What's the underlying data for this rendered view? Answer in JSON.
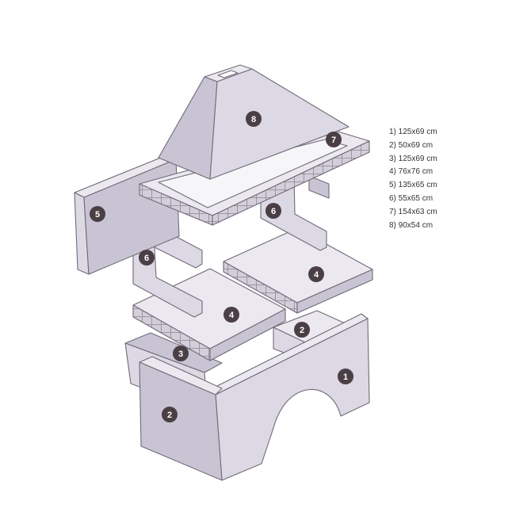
{
  "parts": [
    {
      "id": "1",
      "label": "1) 125x69 cm"
    },
    {
      "id": "2",
      "label": "2) 50x69 cm"
    },
    {
      "id": "3",
      "label": "3) 125x69 cm"
    },
    {
      "id": "4",
      "label": "4) 76x76 cm"
    },
    {
      "id": "5",
      "label": "5) 135x65 cm"
    },
    {
      "id": "6",
      "label": "6) 55x65 cm"
    },
    {
      "id": "7",
      "label": "7) 154x63 cm"
    },
    {
      "id": "8",
      "label": "8) 90x54 cm"
    }
  ],
  "badges": {
    "part1": "1",
    "part2_front": "2",
    "part2_back": "2",
    "part3": "3",
    "part4_left": "4",
    "part4_right": "4",
    "part5": "5",
    "part6_left": "6",
    "part6_right": "6",
    "part7": "7",
    "part8": "8"
  },
  "colors": {
    "badge_fill": "#4a3f45",
    "panel_front": "#dcd8e4",
    "panel_side": "#c9c4d3",
    "panel_top": "#ebe8f0",
    "outline": "#6f6b78"
  }
}
